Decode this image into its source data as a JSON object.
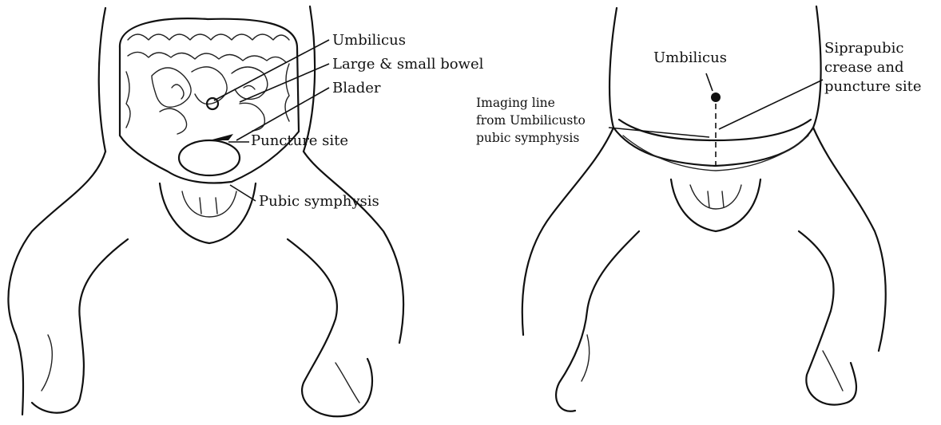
{
  "left_panel": {
    "labels": {
      "umbilicus": "Umbilicus",
      "bowel": "Large & small bowel",
      "bladder": "Blader",
      "puncture": "Puncture site",
      "pubic": "Pubic symphysis"
    }
  },
  "right_panel": {
    "labels": {
      "umbilicus": "Umbilicus",
      "crease_line1": "Siprapubic",
      "crease_line2": "crease and",
      "crease_line3": "puncture site",
      "imaging_line1": "Imaging line",
      "imaging_line2": "from Umbilicusto",
      "imaging_line3": "pubic symphysis"
    }
  },
  "colors": {
    "ink": "#111111",
    "background": "#ffffff"
  }
}
